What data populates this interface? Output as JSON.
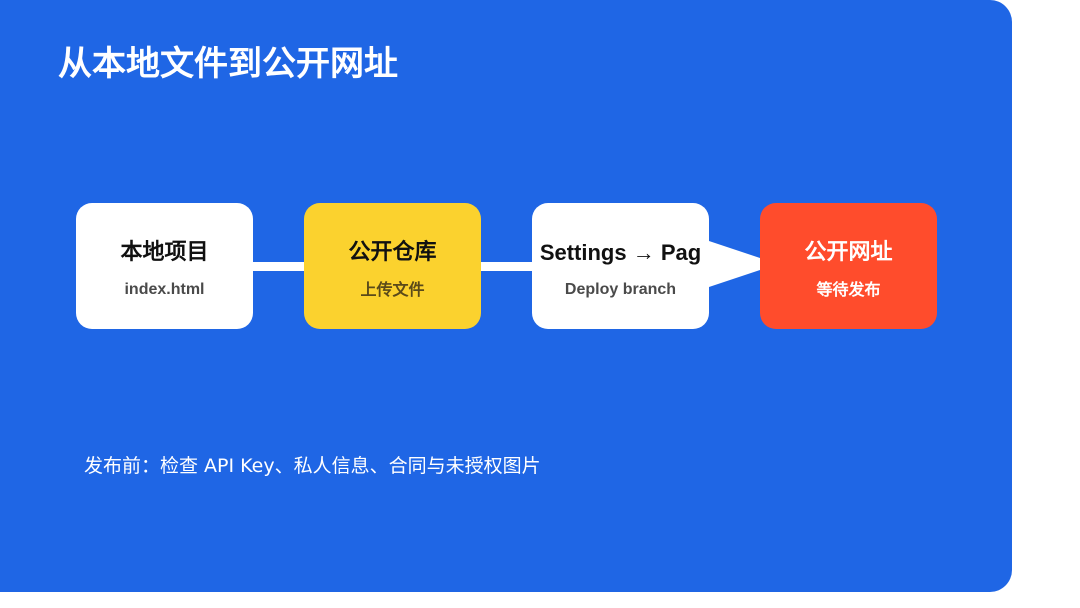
{
  "title": "从本地文件到公开网址",
  "steps": [
    {
      "name": "本地项目",
      "sub": "index.html"
    },
    {
      "name": "公开仓库",
      "sub": "上传文件"
    },
    {
      "name": "Settings → Pag",
      "sub": "Deploy branch"
    },
    {
      "name": "公开网址",
      "sub": "等待发布"
    }
  ],
  "colors": {
    "background": "#1f66e5",
    "card_white": "#ffffff",
    "card_yellow": "#fbd22e",
    "card_red": "#ff4c2c"
  },
  "note": "发布前：检查 API Key、私人信息、合同与未授权图片"
}
